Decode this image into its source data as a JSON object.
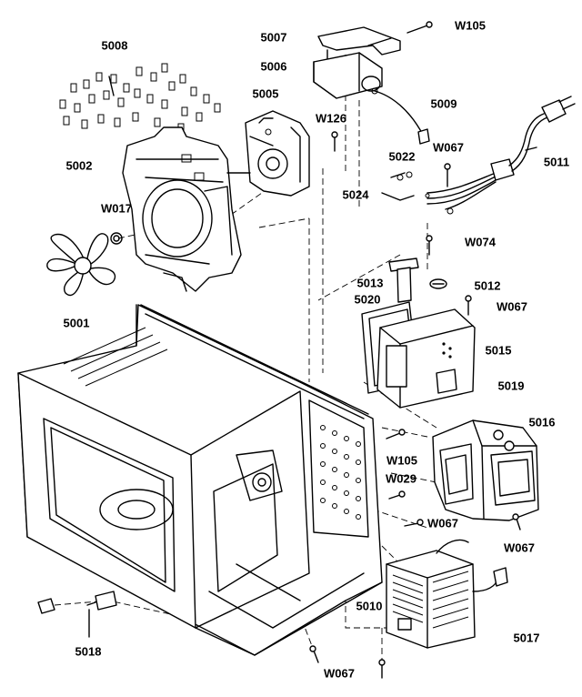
{
  "diagram": {
    "part_labels": [
      {
        "id": "w105_top",
        "text": "W105"
      },
      {
        "id": "p5007",
        "text": "5007"
      },
      {
        "id": "p5008",
        "text": "5008"
      },
      {
        "id": "p5006",
        "text": "5006"
      },
      {
        "id": "p5005",
        "text": "5005"
      },
      {
        "id": "p5009",
        "text": "5009"
      },
      {
        "id": "w126",
        "text": "W126"
      },
      {
        "id": "p5002",
        "text": "5002"
      },
      {
        "id": "p5022",
        "text": "5022"
      },
      {
        "id": "w067_a",
        "text": "W067"
      },
      {
        "id": "p5011",
        "text": "5011"
      },
      {
        "id": "p5024",
        "text": "5024"
      },
      {
        "id": "w017",
        "text": "W017"
      },
      {
        "id": "w074",
        "text": "W074"
      },
      {
        "id": "p5013",
        "text": "5013"
      },
      {
        "id": "p5012",
        "text": "5012"
      },
      {
        "id": "p5020",
        "text": "5020"
      },
      {
        "id": "w067_b",
        "text": "W067"
      },
      {
        "id": "p5001",
        "text": "5001"
      },
      {
        "id": "p5015",
        "text": "5015"
      },
      {
        "id": "p5019",
        "text": "5019"
      },
      {
        "id": "p5016",
        "text": "5016"
      },
      {
        "id": "w105_mid",
        "text": "W105"
      },
      {
        "id": "w029",
        "text": "W029"
      },
      {
        "id": "w067_c",
        "text": "W067"
      },
      {
        "id": "w067_d",
        "text": "W067"
      },
      {
        "id": "p5010",
        "text": "5010"
      },
      {
        "id": "p5017",
        "text": "5017"
      },
      {
        "id": "p5018",
        "text": "5018"
      },
      {
        "id": "w067_e",
        "text": "W067"
      }
    ]
  }
}
